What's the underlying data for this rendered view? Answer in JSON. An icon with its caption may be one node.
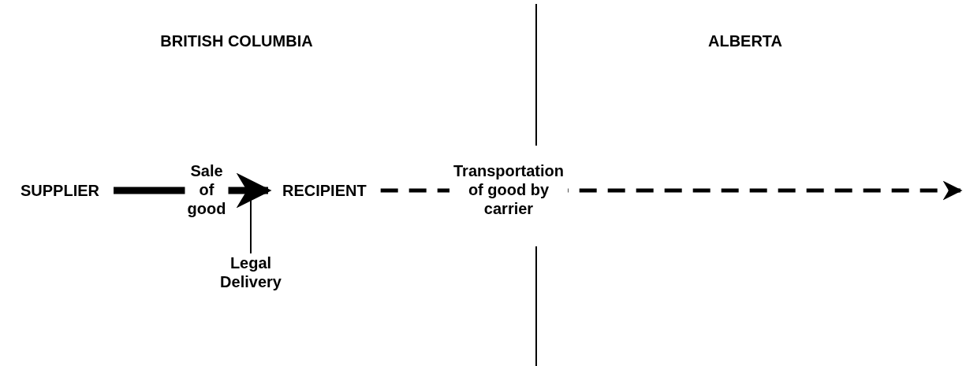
{
  "diagram": {
    "nodes": [
      {
        "text": [
          "SUPPLIER"
        ]
      },
      {
        "text": [
          "RECIPIENT"
        ]
      },
      {
        "text": [
          "Legal Delivery"
        ]
      }
    ],
    "edges": [
      {
        "from": 0,
        "to": 1,
        "arrow": "to",
        "label": "Sale of good",
        "style": "thick"
      },
      {
        "from": 1,
        "to": null,
        "arrow": "to",
        "label": "Transportation of good by carrier",
        "style": "dashed"
      },
      {
        "from": 2,
        "to": null,
        "arrow": "none"
      }
    ],
    "labels": [
      "BRITISH COLUMBIA",
      "ALBERTA"
    ]
  }
}
